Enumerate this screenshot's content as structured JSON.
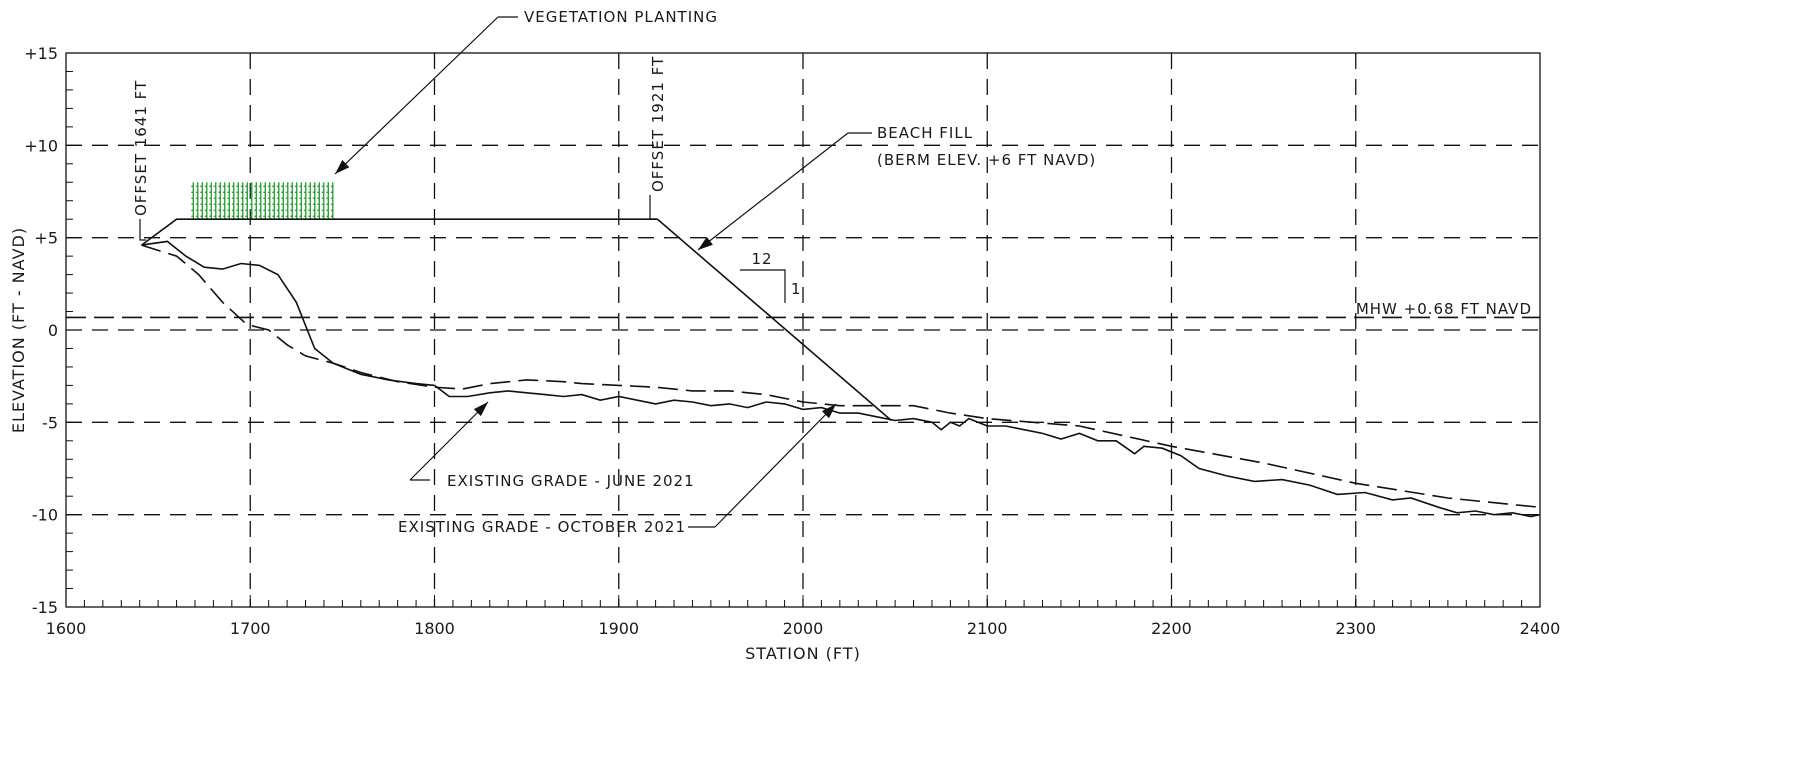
{
  "chart_data": {
    "type": "line",
    "xlabel": "STATION (FT)",
    "ylabel": "ELEVATION (FT - NAVD)",
    "xlim": [
      1600,
      2400
    ],
    "ylim": [
      -15,
      15
    ],
    "grid": true,
    "x_ticks": [
      {
        "value": 1600,
        "label": "1600"
      },
      {
        "value": 1700,
        "label": "1700"
      },
      {
        "value": 1800,
        "label": "1800"
      },
      {
        "value": 1900,
        "label": "1900"
      },
      {
        "value": 2000,
        "label": "2000"
      },
      {
        "value": 2100,
        "label": "2100"
      },
      {
        "value": 2200,
        "label": "2200"
      },
      {
        "value": 2300,
        "label": "2300"
      },
      {
        "value": 2400,
        "label": "2400"
      }
    ],
    "y_ticks": [
      {
        "value": 15,
        "label": "+15"
      },
      {
        "value": 10,
        "label": "+10"
      },
      {
        "value": 5,
        "label": "+5"
      },
      {
        "value": 0,
        "label": "0"
      },
      {
        "value": -5,
        "label": "-5"
      },
      {
        "value": -10,
        "label": "-10"
      },
      {
        "value": -15,
        "label": "-15"
      }
    ],
    "series": [
      {
        "name": "EXISTING GRADE - JUNE 2021",
        "style": "solid",
        "x": [
          1641,
          1655,
          1665,
          1675,
          1685,
          1695,
          1705,
          1715,
          1725,
          1735,
          1745,
          1760,
          1775,
          1790,
          1800,
          1808,
          1818,
          1830,
          1840,
          1850,
          1860,
          1870,
          1880,
          1890,
          1900,
          1910,
          1920,
          1930,
          1940,
          1950,
          1960,
          1970,
          1980,
          1990,
          2000,
          2010,
          2020,
          2030,
          2040,
          2050,
          2060,
          2070,
          2075,
          2080,
          2085,
          2090,
          2100,
          2110,
          2120,
          2130,
          2140,
          2150,
          2160,
          2170,
          2180,
          2185,
          2195,
          2205,
          2215,
          2230,
          2245,
          2260,
          2275,
          2290,
          2305,
          2320,
          2330,
          2345,
          2355,
          2365,
          2375,
          2385,
          2395,
          2400
        ],
        "y": [
          4.6,
          4.8,
          4.0,
          3.4,
          3.3,
          3.6,
          3.5,
          3.0,
          1.5,
          -1.0,
          -1.8,
          -2.4,
          -2.7,
          -2.9,
          -3.0,
          -3.6,
          -3.6,
          -3.4,
          -3.3,
          -3.4,
          -3.5,
          -3.6,
          -3.5,
          -3.8,
          -3.6,
          -3.8,
          -4.0,
          -3.8,
          -3.9,
          -4.1,
          -4.0,
          -4.2,
          -3.9,
          -4.0,
          -4.3,
          -4.2,
          -4.5,
          -4.5,
          -4.7,
          -4.9,
          -4.8,
          -5.0,
          -5.4,
          -5.0,
          -5.2,
          -4.8,
          -5.2,
          -5.2,
          -5.4,
          -5.6,
          -5.9,
          -5.6,
          -6.0,
          -6.0,
          -6.7,
          -6.3,
          -6.4,
          -6.8,
          -7.5,
          -7.9,
          -8.2,
          -8.1,
          -8.4,
          -8.9,
          -8.8,
          -9.2,
          -9.1,
          -9.6,
          -9.9,
          -9.8,
          -10.0,
          -9.9,
          -10.1,
          -10.0
        ]
      },
      {
        "name": "EXISTING GRADE - OCTOBER 2021",
        "style": "dashed",
        "x": [
          1641,
          1660,
          1672,
          1685,
          1697,
          1702,
          1710,
          1720,
          1730,
          1745,
          1760,
          1780,
          1800,
          1815,
          1830,
          1850,
          1870,
          1880,
          1900,
          1920,
          1940,
          1960,
          1980,
          2000,
          2020,
          2040,
          2060,
          2080,
          2100,
          2150,
          2200,
          2250,
          2300,
          2350,
          2400
        ],
        "y": [
          4.6,
          4.0,
          3.0,
          1.5,
          0.4,
          0.2,
          0.0,
          -0.8,
          -1.4,
          -1.8,
          -2.3,
          -2.8,
          -3.1,
          -3.2,
          -2.9,
          -2.7,
          -2.8,
          -2.9,
          -3.0,
          -3.1,
          -3.3,
          -3.3,
          -3.5,
          -3.9,
          -4.1,
          -4.1,
          -4.1,
          -4.5,
          -4.8,
          -5.2,
          -6.3,
          -7.2,
          -8.3,
          -9.1,
          -9.6
        ]
      },
      {
        "name": "BEACH FILL",
        "style": "solid",
        "x": [
          1641,
          1660,
          1921,
          2048
        ],
        "y": [
          4.6,
          6.0,
          6.0,
          -4.9
        ]
      },
      {
        "name": "MHW",
        "style": "dashed",
        "x": [
          1600,
          2400
        ],
        "y": [
          0.68,
          0.68
        ]
      }
    ],
    "annotations": {
      "vegetation_planting": "VEGETATION PLANTING",
      "beach_fill": "BEACH FILL",
      "berm_elev": "(BERM ELEV. +6 FT NAVD)",
      "offset_left": "OFFSET 1641 FT",
      "offset_right": "OFFSET 1921 FT",
      "mhw": "MHW  +0.68 FT NAVD",
      "grade_june": "EXISTING GRADE - JUNE 2021",
      "grade_october": "EXISTING GRADE - OCTOBER 2021",
      "slope_run": "12",
      "slope_rise": "1"
    },
    "vegetation_zone": {
      "x_start": 1668,
      "x_end": 1745,
      "y_bottom": 6.0,
      "y_top": 8.0,
      "color": "#1e9b2a"
    }
  }
}
